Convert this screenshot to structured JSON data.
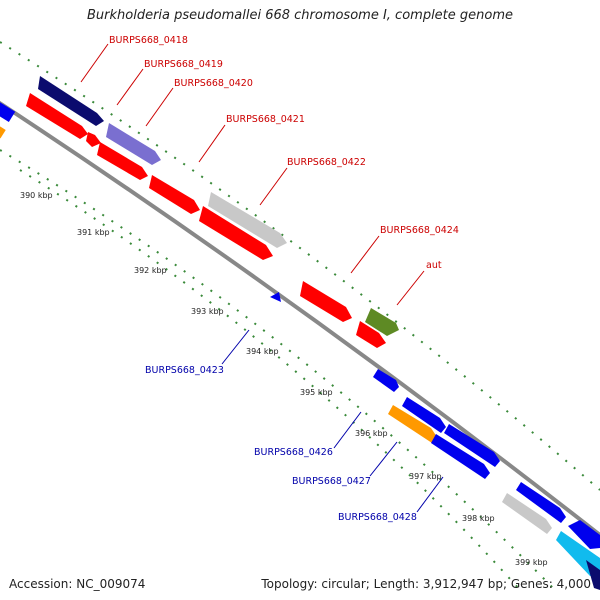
{
  "title": "Burkholderia pseudomallei 668 chromosome I, complete genome",
  "footer": {
    "accession": "Accession: NC_009074",
    "topology": "Topology: circular; Length: 3,912,947 bp; Genes: 4,000"
  },
  "ticks": [
    "390 kbp",
    "391 kbp",
    "392 kbp",
    "393 kbp",
    "394 kbp",
    "395 kbp",
    "396 kbp",
    "397 kbp",
    "398 kbp",
    "399 kbp"
  ],
  "gene_labels_forward": [
    "BURPS668_0418",
    "BURPS668_0419",
    "BURPS668_0420",
    "BURPS668_0421",
    "BURPS668_0422",
    "BURPS668_0424",
    "aut"
  ],
  "gene_labels_reverse": [
    "BURPS668_0423",
    "BURPS668_0426",
    "BURPS668_0427",
    "BURPS668_0428"
  ],
  "colors": {
    "forward_label": "#cc0000",
    "reverse_label": "#0000aa",
    "red_feature": "#ff0000",
    "blue_feature": "#0000ee",
    "navy_feature": "#0b0b6e",
    "lavender_feature": "#7a6fd0",
    "gray_feature": "#c8c8c8",
    "olive_feature": "#5e8a24",
    "orange_feature": "#ff9900",
    "cyan_feature": "#11bbee",
    "dotted_guide": "#3a8a3a",
    "backbone": "#888888"
  }
}
